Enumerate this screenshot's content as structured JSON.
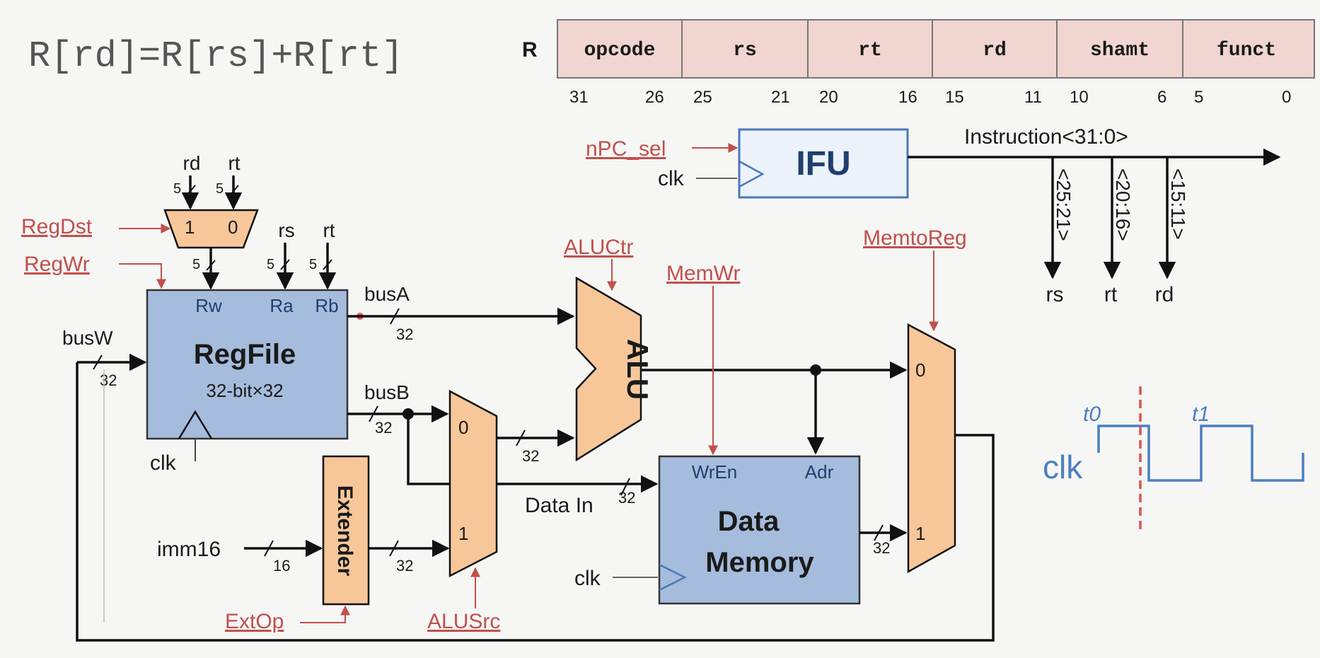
{
  "equation": "R[rd]=R[rs]+R[rt]",
  "format": {
    "type_label": "R",
    "fields": [
      "opcode",
      "rs",
      "rt",
      "rd",
      "shamt",
      "funct"
    ],
    "bits": [
      "31",
      "26",
      "25",
      "21",
      "20",
      "16",
      "15",
      "11",
      "10",
      "6",
      "5",
      "0"
    ]
  },
  "ifu": {
    "label": "IFU",
    "nPC_sel": "nPC_sel",
    "clk": "clk",
    "instruction": "Instruction<31:0>",
    "slices": [
      {
        "bits": "<25:21>",
        "name": "rs"
      },
      {
        "bits": "<20:16>",
        "name": "rt"
      },
      {
        "bits": "<15:11>",
        "name": "rd"
      }
    ]
  },
  "control": {
    "RegDst": "RegDst",
    "RegWr": "RegWr",
    "ALUCtr": "ALUCtr",
    "MemWr": "MemWr",
    "MemtoReg": "MemtoReg",
    "ExtOp": "ExtOp",
    "ALUSrc": "ALUSrc"
  },
  "regdst_mux": {
    "in_rd": "rd",
    "in_rt": "rt",
    "w1": "5",
    "w2": "5",
    "sel1": "1",
    "sel0": "0",
    "w_out": "5"
  },
  "regfile": {
    "title": "RegFile",
    "subtitle": "32-bit×32",
    "rw": "Rw",
    "ra": "Ra",
    "rb": "Rb",
    "rs": "rs",
    "rt": "rt",
    "w_ra": "5",
    "w_rb": "5",
    "clk": "clk",
    "busW": "busW",
    "busA": "busA",
    "busB": "busB",
    "w_busW": "32",
    "w_busA": "32",
    "w_busB": "32"
  },
  "alusrc_mux": {
    "sel0": "0",
    "sel1": "1",
    "w_out": "32"
  },
  "alu": {
    "label": "ALU"
  },
  "extender": {
    "label": "Extender",
    "imm": "imm16",
    "w_in": "16",
    "w_out": "32"
  },
  "data_memory": {
    "title_line1": "Data",
    "title_line2": "Memory",
    "wren": "WrEn",
    "adr": "Adr",
    "data_in": "Data In",
    "w_data_in": "32",
    "clk": "clk",
    "w_out": "32"
  },
  "memtoreg_mux": {
    "sel0": "0",
    "sel1": "1"
  },
  "timing": {
    "clk": "clk",
    "t0": "t0",
    "t1": "t1"
  }
}
